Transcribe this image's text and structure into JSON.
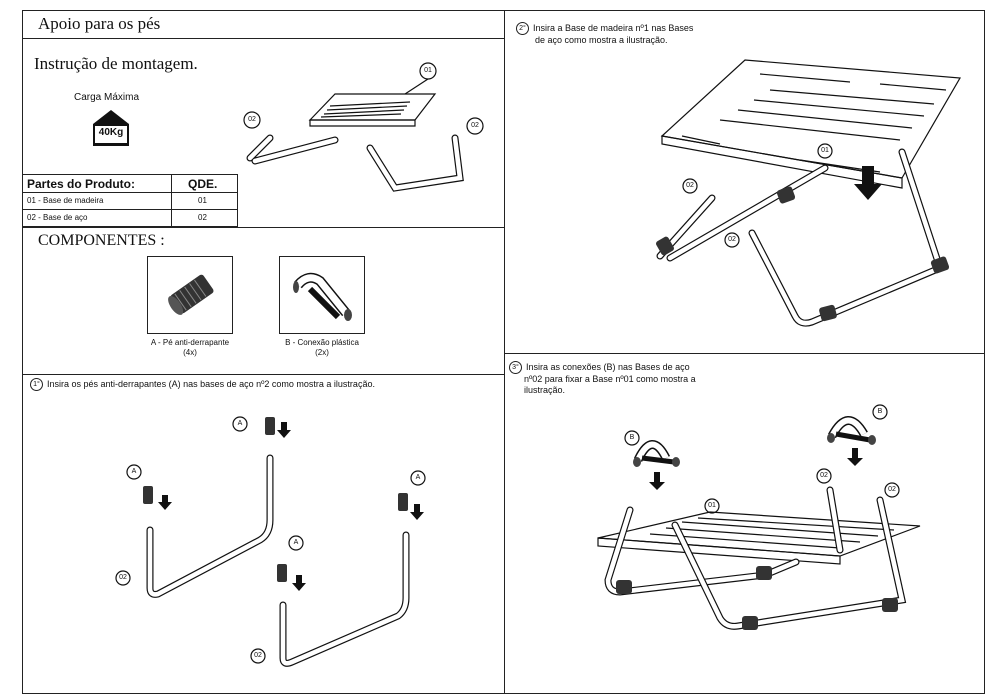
{
  "header": {
    "title": "Apoio para os pés"
  },
  "intro": {
    "heading": "Instrução de montagem.",
    "max_load_label": "Carga Máxima",
    "max_load_value": "40Kg",
    "callout_01": "01",
    "callout_02": "02"
  },
  "parts_table": {
    "col_product": "Partes do Produto:",
    "col_qty": "QDE.",
    "rows": [
      {
        "name": "01 - Base de madeira",
        "qty": "01"
      },
      {
        "name": "02 - Base de aço",
        "qty": "02"
      }
    ]
  },
  "components": {
    "heading": "COMPONENTES :",
    "a_line1": "A - Pé anti-derrapante",
    "a_line2": "(4x)",
    "b_line1": "B - Conexão plástica",
    "b_line2": "(2x)"
  },
  "step1": {
    "num": "1°",
    "text": "Insira os pés anti-derrapantes (A) nas bases de aço nº2 como mostra a ilustração.",
    "marker": "A",
    "callout": "02"
  },
  "step2": {
    "num": "2°",
    "line1": "Insira a Base de madeira nº1 nas Bases",
    "line2": "de aço como mostra a ilustração.",
    "callout_01": "01",
    "callout_02": "02"
  },
  "step3": {
    "num": "3°",
    "line1": "Insira as conexões (B) nas Bases de aço",
    "line2": "nº02 para fixar a Base nº01 como mostra a",
    "line3": "ilustração.",
    "marker": "B",
    "callout_01": "01",
    "callout_02": "02"
  }
}
